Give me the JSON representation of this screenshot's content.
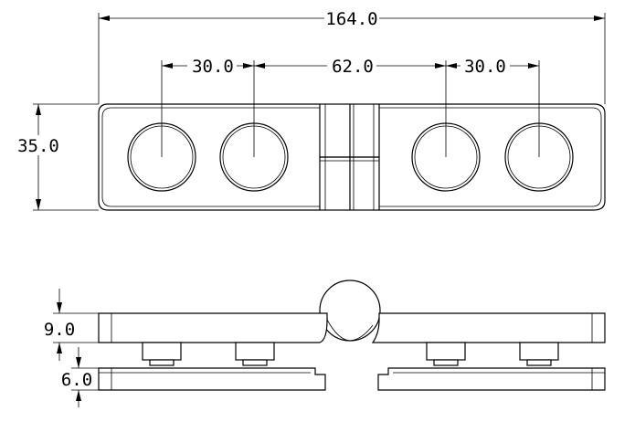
{
  "dimensions": {
    "overall_length": "164.0",
    "hole_spacing_left": "30.0",
    "hole_spacing_middle": "62.0",
    "hole_spacing_right": "30.0",
    "plate_width": "35.0",
    "plate_thickness": "9.0",
    "base_thickness": "6.0"
  },
  "colors": {
    "line": "#000000",
    "background": "#ffffff"
  }
}
